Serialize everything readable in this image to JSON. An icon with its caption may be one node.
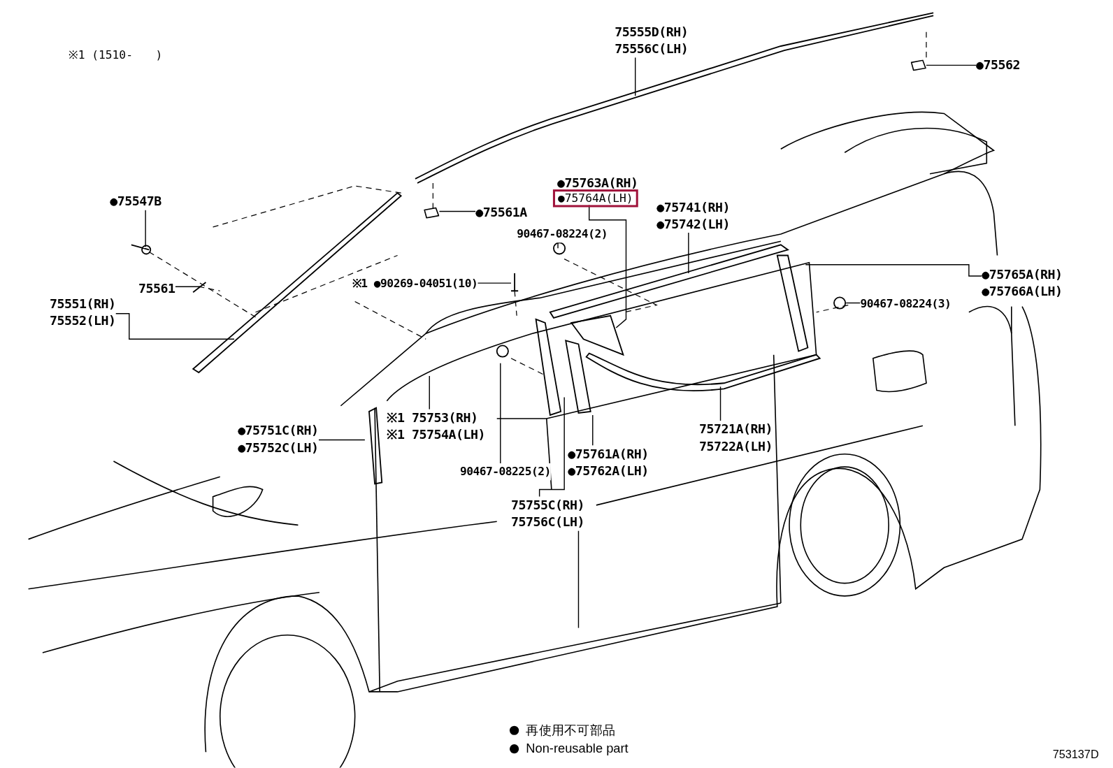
{
  "diagram": {
    "nodes": [
      {
        "text": [
          "75555D(RH)",
          "75556C(LH)"
        ]
      },
      {
        "text": [
          "●75562"
        ]
      },
      {
        "text": [
          "●75547B"
        ]
      },
      {
        "text": [
          "●75561A"
        ]
      },
      {
        "text": [
          "●75763A(RH)",
          "●75764A(LH)"
        ]
      },
      {
        "text": [
          "●75741(RH)",
          "●75742(LH)"
        ]
      },
      {
        "text": [
          "90467-08224(2)"
        ]
      },
      {
        "text": [
          "75561"
        ]
      },
      {
        "text": [
          "75551(RH)",
          "75552(LH)"
        ]
      },
      {
        "text": [
          "※1 ●90269-04051(10)"
        ]
      },
      {
        "text": [
          "90467-08224(3)"
        ]
      },
      {
        "text": [
          "●75765A(RH)",
          "●75766A(LH)"
        ]
      },
      {
        "text": [
          "●75751C(RH)",
          "●75752C(LH)"
        ]
      },
      {
        "text": [
          "※1 75753(RH)",
          "※1 75754A(LH)"
        ]
      },
      {
        "text": [
          "75721A(RH)",
          "75722A(LH)"
        ]
      },
      {
        "text": [
          "●75761A(RH)",
          "●75762A(LH)"
        ]
      },
      {
        "text": [
          "90467-08225(2)"
        ]
      },
      {
        "text": [
          "75755C(RH)",
          "75756C(LH)"
        ]
      },
      {
        "text": [],
        "shape": "picture"
      },
      {
        "text": [],
        "shape": "picture"
      }
    ],
    "edges": [
      {
        "from": 0,
        "to": null,
        "arrow": "none"
      },
      {
        "from": 1,
        "to": 18,
        "arrow": "none"
      },
      {
        "from": 2,
        "to": null,
        "arrow": "none"
      },
      {
        "from": 3,
        "to": 19,
        "arrow": "none"
      },
      {
        "from": 4,
        "to": null,
        "arrow": "none"
      },
      {
        "from": 5,
        "to": null,
        "arrow": "none"
      },
      {
        "from": 6,
        "to": null,
        "arrow": "none"
      },
      {
        "from": 7,
        "to": null,
        "arrow": "none"
      },
      {
        "from": 8,
        "to": null,
        "arrow": "none"
      },
      {
        "from": 9,
        "to": null,
        "arrow": "none"
      },
      {
        "from": 10,
        "to": null,
        "arrow": "none"
      },
      {
        "from": 11,
        "to": null,
        "arrow": "none"
      },
      {
        "from": 12,
        "to": null,
        "arrow": "none"
      },
      {
        "from": 13,
        "to": null,
        "arrow": "none"
      },
      {
        "from": 14,
        "to": null,
        "arrow": "none"
      },
      {
        "from": 15,
        "to": null,
        "arrow": "none"
      },
      {
        "from": 16,
        "to": null,
        "arrow": "none"
      },
      {
        "from": 17,
        "to": null,
        "arrow": "none"
      },
      {
        "from": 17,
        "to": null,
        "arrow": "none"
      }
    ],
    "labels": [
      "※1 (1510-　　)",
      "753137D"
    ],
    "legend": [
      {
        "text": "再使用不可部品"
      },
      {
        "text": "Non-reusable part"
      }
    ]
  }
}
